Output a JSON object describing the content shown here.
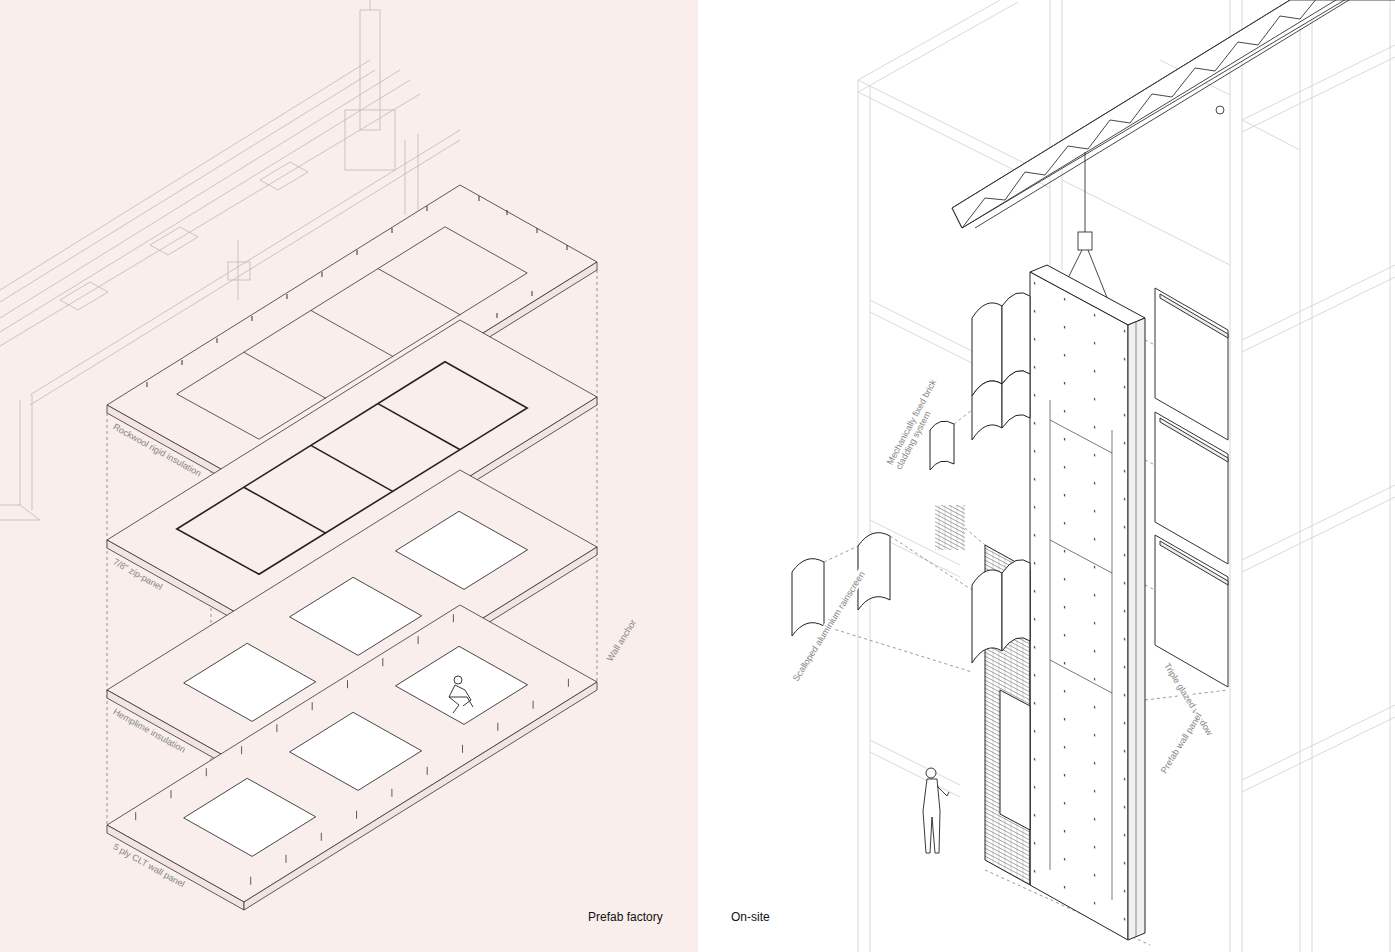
{
  "diagram": {
    "labels": [
      "Rockwool rigid insulation",
      "7/8\" zip-panel",
      "Hemplime insulation",
      "Wall anchor",
      "5 ply CLT wall panel",
      "Mechanically fixed brick cladding system",
      "Scalloped aluminium rainscreen",
      "Triple glazed window",
      "Prefab wall panel",
      "Prefab factory",
      "On-site"
    ]
  }
}
